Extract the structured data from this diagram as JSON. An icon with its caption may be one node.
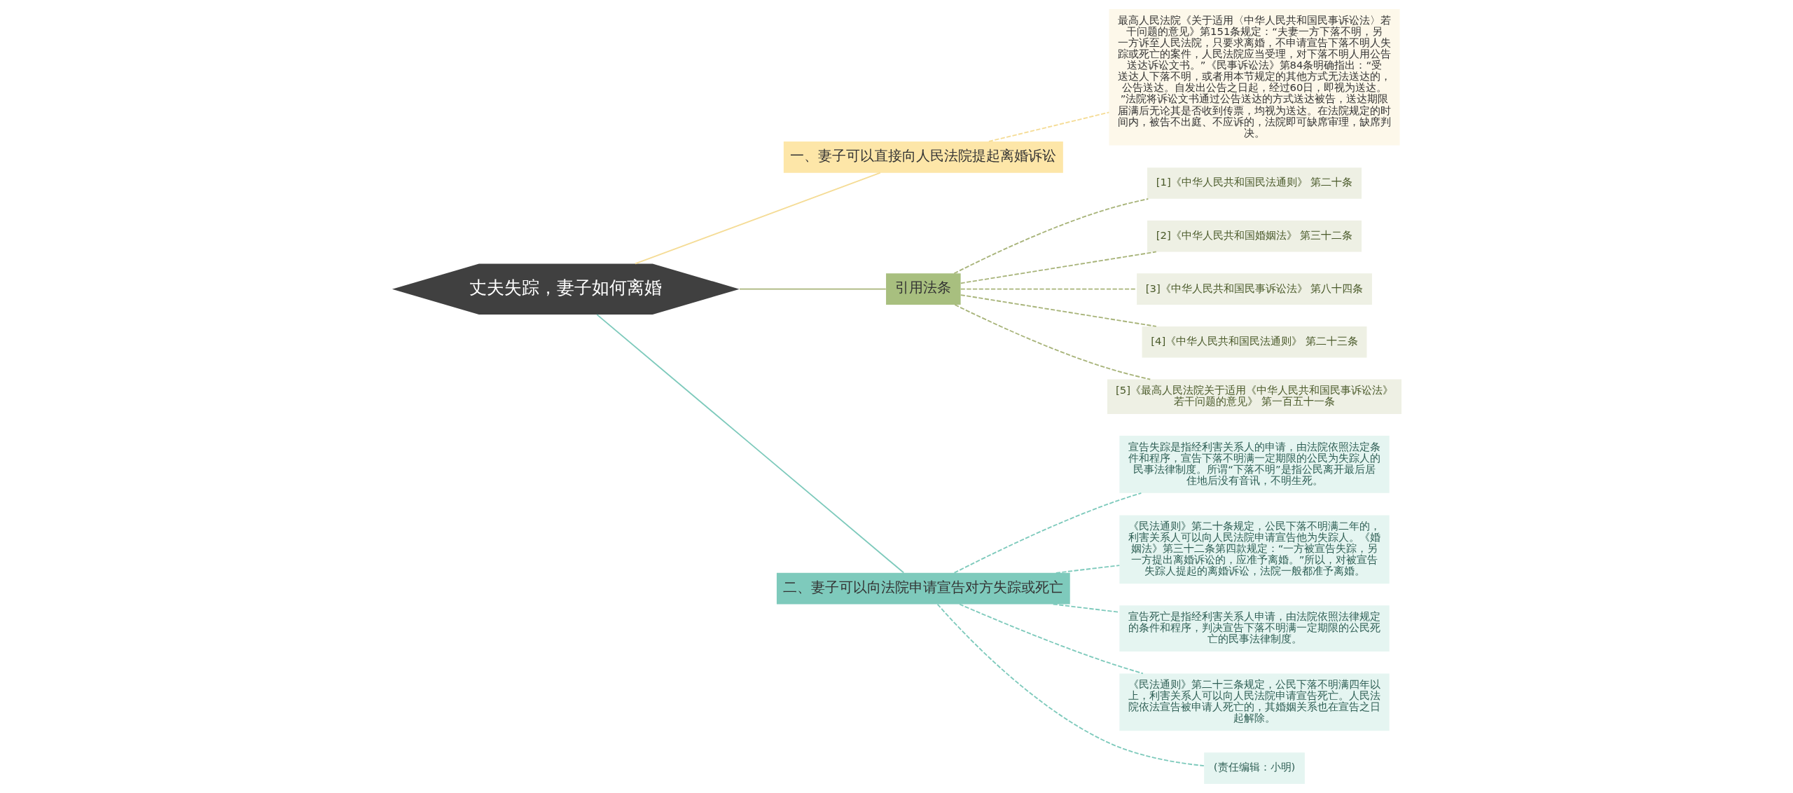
{
  "diagram": {
    "nodes": [
      {
        "text": [
          "丈夫失踪，妻子如何离婚"
        ]
      },
      {
        "text": [
          "一、妻子可以直接向人民法院提起离婚诉讼"
        ]
      },
      {
        "text": [
          "最高人民法院《关于适用〈中华人民共和国民事诉讼法〉若干问题的意见》第151条规定：“夫妻一方下落不明，另一方诉至人民法院，只要求离婚，不申请宣告下落不明人失踪或死亡的案件，人民法院应当受理，对下落不明人用公告送达诉讼文书。”《民事诉讼法》第84条明确指出：“受送达人下落不明，或者用本节规定的其他方式无法送达的，公告送达。自发出公告之日起，经过60日，即视为送达。”法院将诉讼文书通过公告送达的方式送达被告，送达期限届满后无论其是否收到传票，均视为送达。在法院规定的时间内，被告不出庭、不应诉的，法院即可缺席审理，缺席判决。"
        ]
      },
      {
        "text": [
          "引用法条"
        ]
      },
      {
        "text": [
          "[1]《中华人民共和国民法通则》 第二十条"
        ]
      },
      {
        "text": [
          "[2]《中华人民共和国婚姻法》 第三十二条"
        ]
      },
      {
        "text": [
          "[3]《中华人民共和国民事诉讼法》 第八十四条"
        ]
      },
      {
        "text": [
          "[4]《中华人民共和国民法通则》 第二十三条"
        ]
      },
      {
        "text": [
          "[5]《最高人民法院关于适用《中华人民共和国民事诉讼法》若干问题的意见》 第一百五十一条"
        ]
      },
      {
        "text": [
          "二、妻子可以向法院申请宣告对方失踪或死亡"
        ]
      },
      {
        "text": [
          "宣告失踪是指经利害关系人的申请，由法院依照法定条件和程序，宣告下落不明满一定期限的公民为失踪人的民事法律制度。所谓“下落不明”是指公民离开最后居住地后没有音讯，不明生死。"
        ]
      },
      {
        "text": [
          "《民法通则》第二十条规定，公民下落不明满二年的，利害关系人可以向人民法院申请宣告他为失踪人。《婚姻法》第三十二条第四款规定：“一方被宣告失踪，另一方提出离婚诉讼的，应准予离婚。”所以，对被宣告失踪人提起的离婚诉讼，法院一般都准予离婚。"
        ]
      },
      {
        "text": [
          "宣告死亡是指经利害关系人申请，由法院依照法律规定的条件和程序，判决宣告下落不明满一定期限的公民死亡的民事法律制度。"
        ]
      },
      {
        "text": [
          "《民法通则》第二十三条规定，公民下落不明满四年以上，利害关系人可以向人民法院申请宣告死亡。人民法院依法宣告被申请人死亡的，其婚姻关系也在宣告之日起解除。"
        ]
      },
      {
        "text": [
          "(责任编辑：小明)"
        ]
      }
    ],
    "edges": [
      {
        "from": 0,
        "to": 1,
        "arrow": "none",
        "color": "#f5dc96"
      },
      {
        "from": 1,
        "to": 2,
        "arrow": "none",
        "style": "dashed",
        "color": "#f5dc96"
      },
      {
        "from": 0,
        "to": 3,
        "arrow": "none",
        "color": "#a8b47a"
      },
      {
        "from": 3,
        "to": 4,
        "arrow": "none",
        "style": "dashed",
        "color": "#a8b47a"
      },
      {
        "from": 3,
        "to": 5,
        "arrow": "none",
        "style": "dashed",
        "color": "#a8b47a"
      },
      {
        "from": 3,
        "to": 6,
        "arrow": "none",
        "style": "dashed",
        "color": "#a8b47a"
      },
      {
        "from": 3,
        "to": 7,
        "arrow": "none",
        "style": "dashed",
        "color": "#a8b47a"
      },
      {
        "from": 3,
        "to": 8,
        "arrow": "none",
        "style": "dashed",
        "color": "#a8b47a"
      },
      {
        "from": 0,
        "to": 9,
        "arrow": "none",
        "color": "#7ecabc"
      },
      {
        "from": 9,
        "to": 10,
        "arrow": "none",
        "style": "dashed",
        "color": "#7ecabc"
      },
      {
        "from": 9,
        "to": 11,
        "arrow": "none",
        "style": "dashed",
        "color": "#7ecabc"
      },
      {
        "from": 9,
        "to": 12,
        "arrow": "none",
        "style": "dashed",
        "color": "#7ecabc"
      },
      {
        "from": 9,
        "to": 13,
        "arrow": "none",
        "style": "dashed",
        "color": "#7ecabc"
      },
      {
        "from": 9,
        "to": 14,
        "arrow": "none",
        "style": "dashed",
        "color": "#7ecabc"
      }
    ]
  }
}
